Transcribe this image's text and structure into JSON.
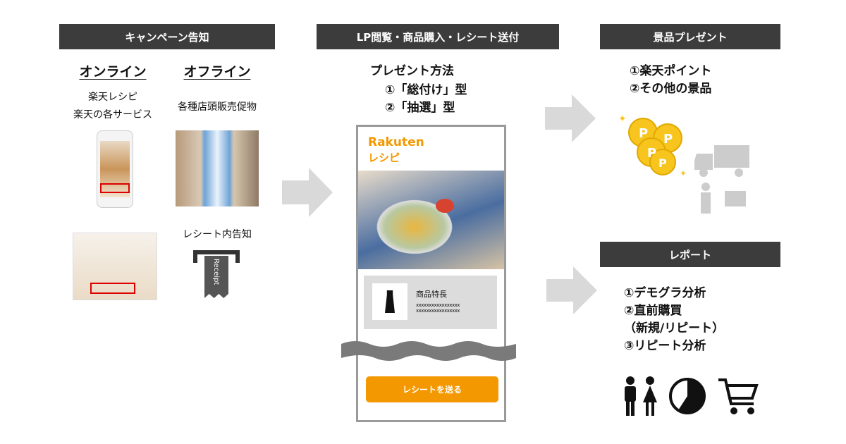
{
  "headers": {
    "campaign": "キャンペーン告知",
    "lp": "LP閲覧・商品購入・レシート送付",
    "prize": "景品プレゼント",
    "report": "レポート"
  },
  "campaign": {
    "online": "オンライン",
    "offline": "オフライン",
    "online_desc": [
      "楽天レシピ",
      "楽天の各サービス"
    ],
    "offline_desc": "各種店頭販売促物",
    "receipt_notice": "レシート内告知",
    "receipt_icon_text": "Receipt"
  },
  "lp": {
    "method_title": "プレゼント方法",
    "methods": [
      "①「総付け」型",
      "②「抽選」型"
    ],
    "logo": "Rakuten",
    "logo_sub": "レシピ",
    "product_title": "商品特長",
    "product_text": [
      "xxxxxxxxxxxxxxxxx",
      "xxxxxxxxxxxxxxxxx"
    ],
    "button": "レシートを送る"
  },
  "prize": {
    "items": [
      "①楽天ポイント",
      "②その他の景品"
    ],
    "coin_letter": "P"
  },
  "report": {
    "items": [
      "①デモグラ分析",
      "②直前購買",
      "（新規/リピート）",
      "③リピート分析"
    ]
  },
  "colors": {
    "bar": "#3c3c3c",
    "accent": "#f39800",
    "arrow": "#d9d9d9"
  }
}
